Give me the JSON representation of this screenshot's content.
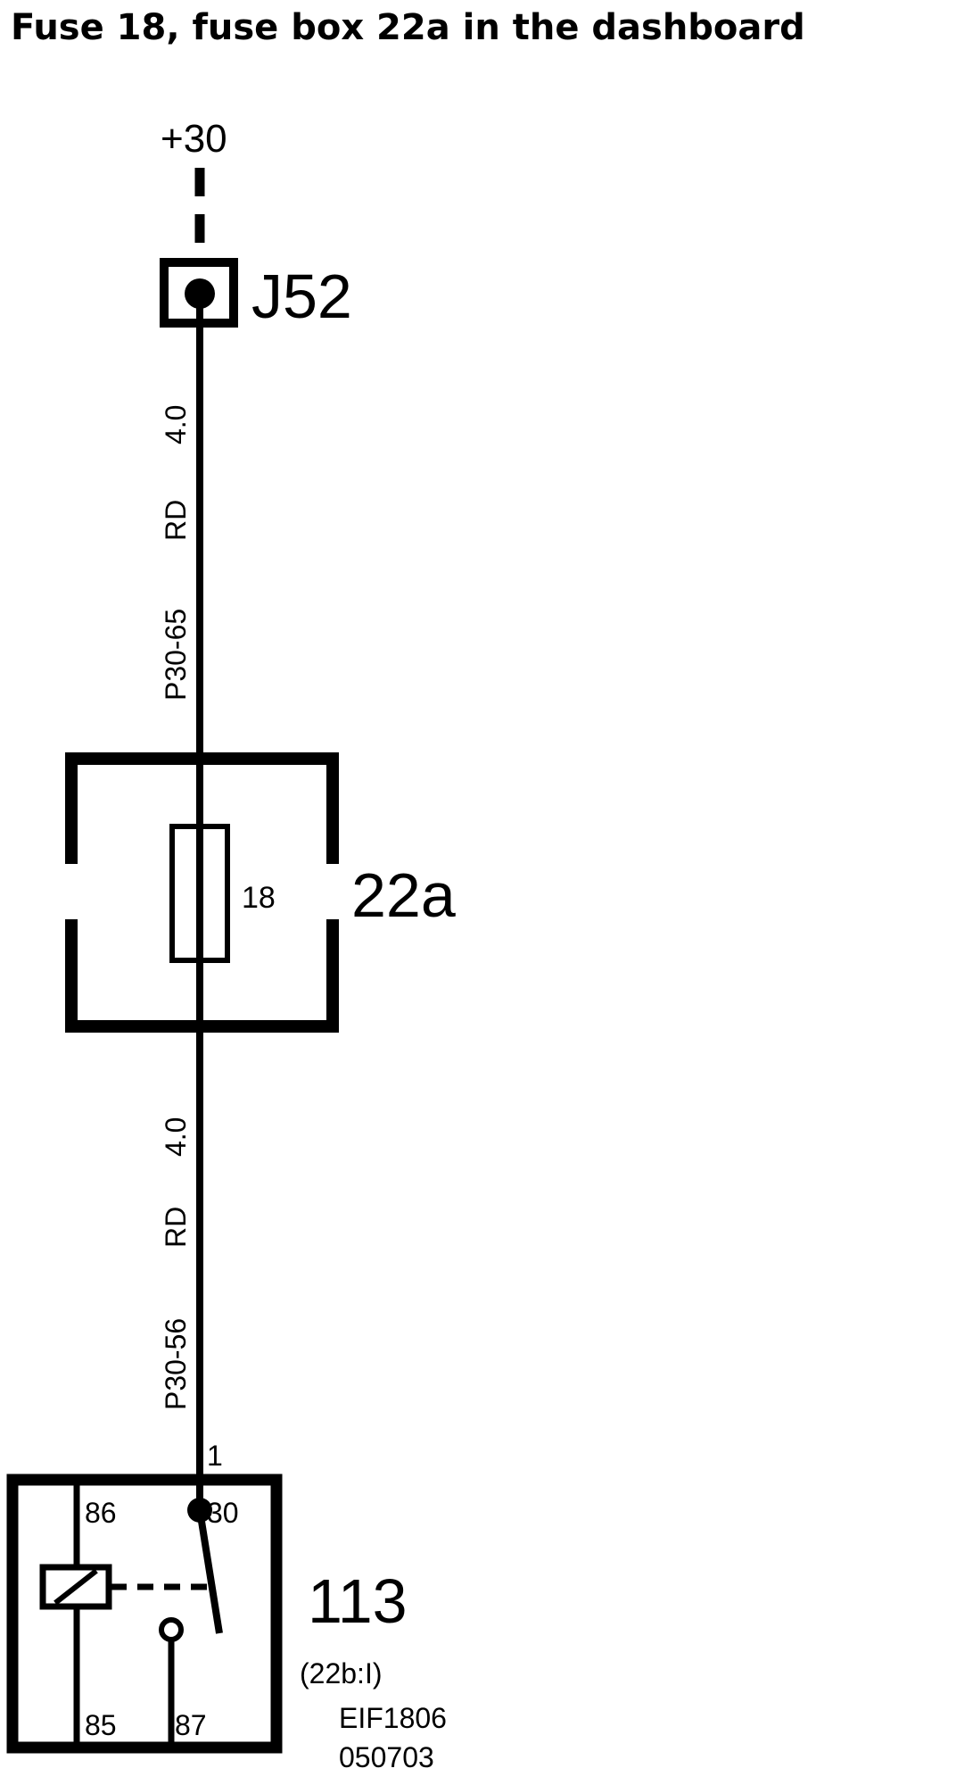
{
  "title": "Fuse 18, fuse box 22a in the dashboard",
  "supply": "+30",
  "connector": {
    "id": "J52"
  },
  "wire_upper": {
    "size": "4.0",
    "color": "RD",
    "id": "P30-65"
  },
  "fuse_box": {
    "id": "22a",
    "fuse_number": "18"
  },
  "wire_lower": {
    "size": "4.0",
    "color": "RD",
    "id": "P30-56"
  },
  "relay": {
    "id": "113",
    "location": "(22b:I)",
    "pin_in": "1",
    "pins": {
      "p86": "86",
      "p30": "30",
      "p85": "85",
      "p87": "87"
    }
  },
  "doc_code": "EIF1806",
  "doc_date": "050703"
}
